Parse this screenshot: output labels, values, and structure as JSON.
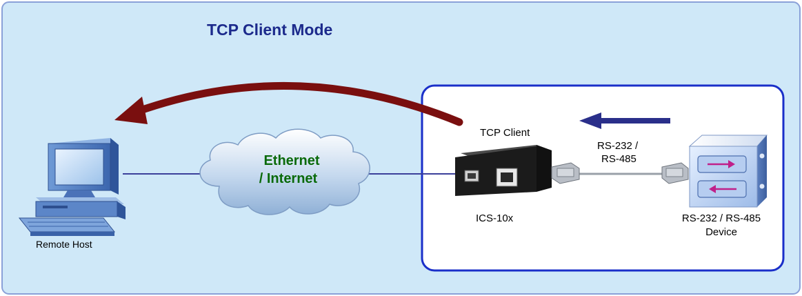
{
  "title": "TCP Client Mode",
  "cloud": {
    "line1": "Ethernet",
    "line2": "/ Internet"
  },
  "labels": {
    "remote_host": "Remote Host",
    "tcp_client": "TCP Client",
    "device_model": "ICS-10x",
    "serial_line1": "RS-232 /",
    "serial_line2": "RS-485",
    "device_line1": "RS-232 / RS-485",
    "device_line2": "Device"
  },
  "colors": {
    "background": "#cfe8f8",
    "panel_border": "#1a2fc9",
    "title": "#1c2a8c",
    "cloud_text": "#0a6a0a",
    "big_arrow": "#7a0f0f",
    "small_arrow": "#2a2f8a",
    "link_line": "#3b3f9a"
  },
  "icons": [
    "computer-icon",
    "cloud-icon",
    "converter-icon",
    "serial-connector-icon",
    "serial-device-icon"
  ]
}
